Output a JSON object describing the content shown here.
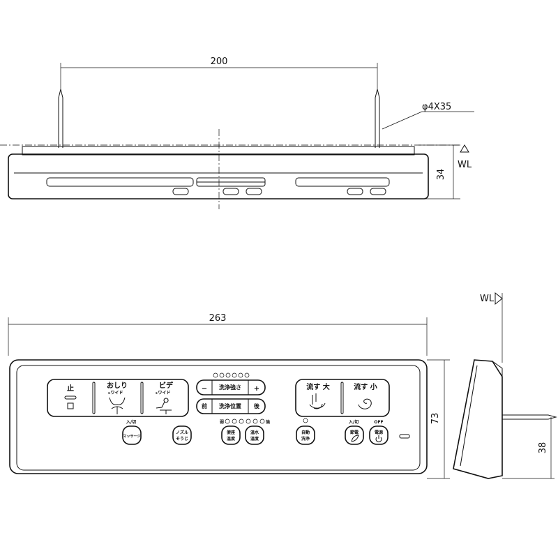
{
  "dimensions": {
    "pin_spacing": "200",
    "pin_spec": "φ4X35",
    "front_height": "34",
    "wl": "WL",
    "width": "263",
    "height": "73",
    "side_pin_height": "38"
  },
  "panel": {
    "stop": "止",
    "oshiri": "おしり",
    "wide1": "▸ワイド",
    "bidet": "ビデ",
    "wide2": "▸ワイド",
    "minus": "−",
    "strength": "洗浄強さ",
    "plus": "+",
    "front": "前",
    "position": "洗浄位置",
    "back": "後",
    "on_off1": "入/切",
    "massage": "マッサージ",
    "nozzle_1": "ノズル",
    "nozzle_2": "そうじ",
    "seat_1": "便座",
    "seat_2": "温度",
    "water_1": "温水",
    "water_2": "温度",
    "weak": "弱",
    "strong": "強",
    "flush_large": "流す 大",
    "flush_small": "流す 小",
    "auto_1": "自動",
    "auto_2": "洗浄",
    "on_off2": "入/切",
    "eco_1": "節電",
    "off": "OFF",
    "power": "電源"
  }
}
